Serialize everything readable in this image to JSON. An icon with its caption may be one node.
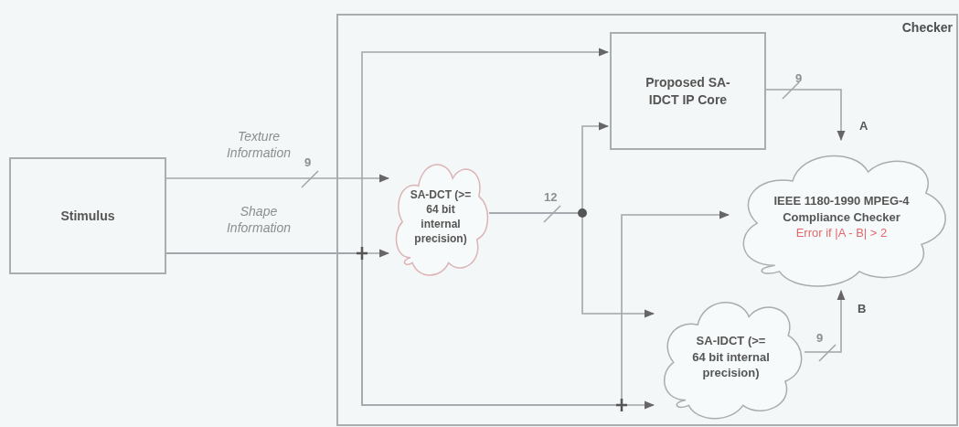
{
  "diagram": {
    "nodes": [
      {
        "text": [
          "Checker"
        ]
      },
      {
        "text": [
          "Stimulus"
        ]
      },
      {
        "text": [
          "SA-DCT (>= 64 bit internal precision)"
        ],
        "in": 0
      },
      {
        "text": [
          "Proposed SA-IDCT IP Core"
        ],
        "in": 0
      },
      {
        "text": [
          "IEEE 1180-1990 MPEG-4 Compliance Checker",
          "Error if |A - B| > 2"
        ],
        "in": 0
      },
      {
        "text": [
          "SA-IDCT (>= 64 bit internal precision)"
        ],
        "in": 0
      }
    ],
    "edges": [
      {
        "from": 1,
        "to": 2,
        "arrow": "to",
        "label": "Texture Information"
      },
      {
        "from": 1,
        "to": 2,
        "arrow": "to",
        "label": "Shape Information"
      },
      {
        "from": 1,
        "to": 3,
        "arrow": "to"
      },
      {
        "from": 1,
        "to": 5,
        "arrow": "to"
      },
      {
        "from": 1,
        "to": 4,
        "arrow": "to"
      },
      {
        "from": 2,
        "to": 3,
        "arrow": "to"
      },
      {
        "from": 2,
        "to": 5,
        "arrow": "to"
      },
      {
        "from": 3,
        "to": 4,
        "arrow": "to"
      },
      {
        "from": 5,
        "to": 4,
        "arrow": "to"
      }
    ],
    "labels": [
      "9",
      "A",
      "9",
      "12",
      "B",
      "9"
    ]
  }
}
